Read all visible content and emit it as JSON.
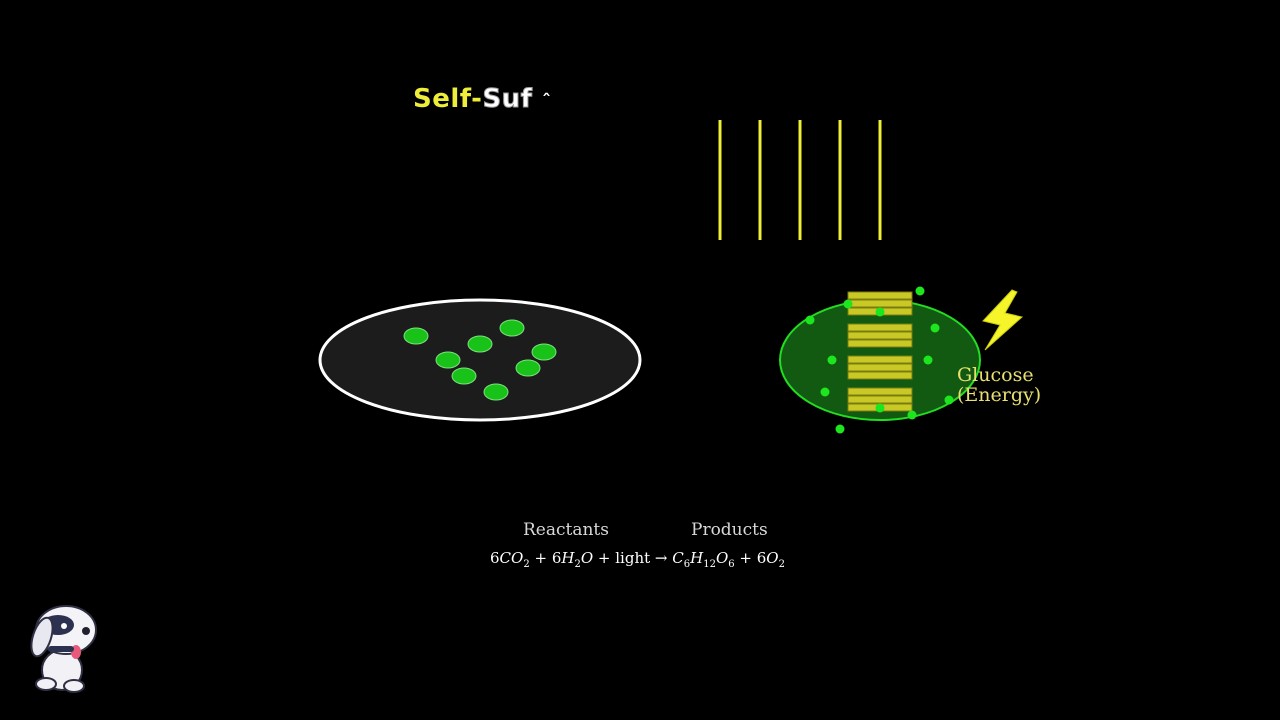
{
  "title": {
    "part1": "Self",
    "part2": "-",
    "part3": "Suf",
    "part4": "ˆ"
  },
  "labels": {
    "glucose_line1": "Glucose",
    "glucose_line2": "(Energy)",
    "reactants": "Reactants",
    "products": "Products"
  },
  "equation": {
    "co2_coef": "6",
    "co2": "CO",
    "co2_sub": "2",
    "plus1": " + ",
    "h2o_coef": "6",
    "h2o_h": "H",
    "h2o_sub": "2",
    "h2o_o": "O",
    "plus2": " + ",
    "light": "light",
    "arrow": " → ",
    "c": "C",
    "c_sub": "6",
    "h": "H",
    "h_sub": "12",
    "o": "O",
    "o_sub": "6",
    "plus3": " + ",
    "o2_coef": "6",
    "o2": "O",
    "o2_sub": "2"
  },
  "colors": {
    "background": "#000000",
    "chloroplast_green": "#19c219",
    "thylakoid_yellow": "#d4d41e",
    "light_ray": "#eded3a",
    "bolt": "#f5f52a",
    "outline_white": "#ffffff"
  },
  "icons": {
    "bolt": "lightning-bolt-icon",
    "mascot": "robot-dog-mascot-icon"
  }
}
